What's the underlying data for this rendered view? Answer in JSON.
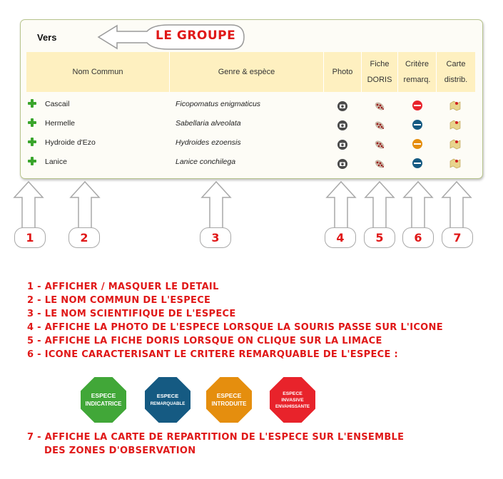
{
  "group_title": "Vers",
  "group_callout": "LE GROUPE",
  "columns": {
    "common_name": "Nom Commun",
    "genus_species": "Genre & espèce",
    "photo": "Photo",
    "doris_line1": "Fiche",
    "doris_line2": "DORIS",
    "criteria_line1": "Critère",
    "criteria_line2": "remarq.",
    "map_line1": "Carte",
    "map_line2": "distrib."
  },
  "rows": [
    {
      "common": "Cascail",
      "species": "Ficopomatus enigmaticus",
      "criteria": "invasive"
    },
    {
      "common": "Hermelle",
      "species": "Sabellaria alveolata",
      "criteria": "remarquable"
    },
    {
      "common": "Hydroide d'Ezo",
      "species": "Hydroides ezoensis",
      "criteria": "introduite"
    },
    {
      "common": "Lanice",
      "species": "Lanice conchilega",
      "criteria": "remarquable"
    }
  ],
  "criteria_colors": {
    "invasive": "#e8232b",
    "remarquable": "#155a82",
    "introduite": "#e58e0e",
    "indicatrice": "#41a738"
  },
  "numbers": [
    "1",
    "2",
    "3",
    "4",
    "5",
    "6",
    "7"
  ],
  "legend": [
    "1 - AFFICHER / MASQUER LE DETAIL",
    "2 - LE NOM COMMUN DE L'ESPECE",
    "3 - LE NOM SCIENTIFIQUE DE L'ESPECE",
    "4 - AFFICHE LA PHOTO DE L'ESPECE LORSQUE LA SOURIS PASSE SUR L'ICONE",
    "5 - AFFICHE LA FICHE DORIS LORSQUE ON CLIQUE SUR LA LIMACE",
    "6 - ICONE CARACTERISANT LE CRITERE REMARQUABLE DE L'ESPECE :",
    "7 - AFFICHE LA CARTE DE REPARTITION DE L'ESPECE SUR L'ENSEMBLE",
    "DES ZONES D'OBSERVATION"
  ],
  "badges": [
    {
      "line1": "ESPECE",
      "line2": "INDICATRICE",
      "line3": "",
      "color": "#41a738"
    },
    {
      "line1": "ESPECE",
      "line2": "REMARQUABLE",
      "line3": "",
      "color": "#155a82"
    },
    {
      "line1": "ESPECE",
      "line2": "INTRODUITE",
      "line3": "",
      "color": "#e58e0e"
    },
    {
      "line1": "ESPECE",
      "line2": "INVASIVE",
      "line3": "ENVAHISSANTE",
      "color": "#e8232b"
    }
  ]
}
